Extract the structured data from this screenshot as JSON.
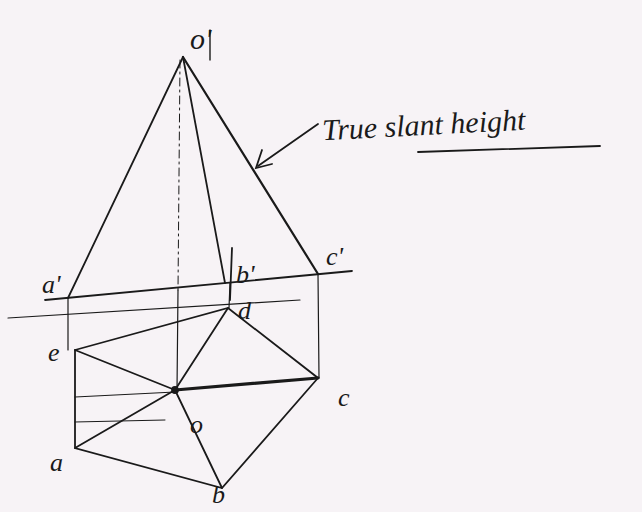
{
  "diagram": {
    "labels": [
      "o'",
      "True slant height",
      "a'",
      "b'",
      "c'",
      "d",
      "e",
      "c",
      "o",
      "a",
      "b"
    ]
  }
}
